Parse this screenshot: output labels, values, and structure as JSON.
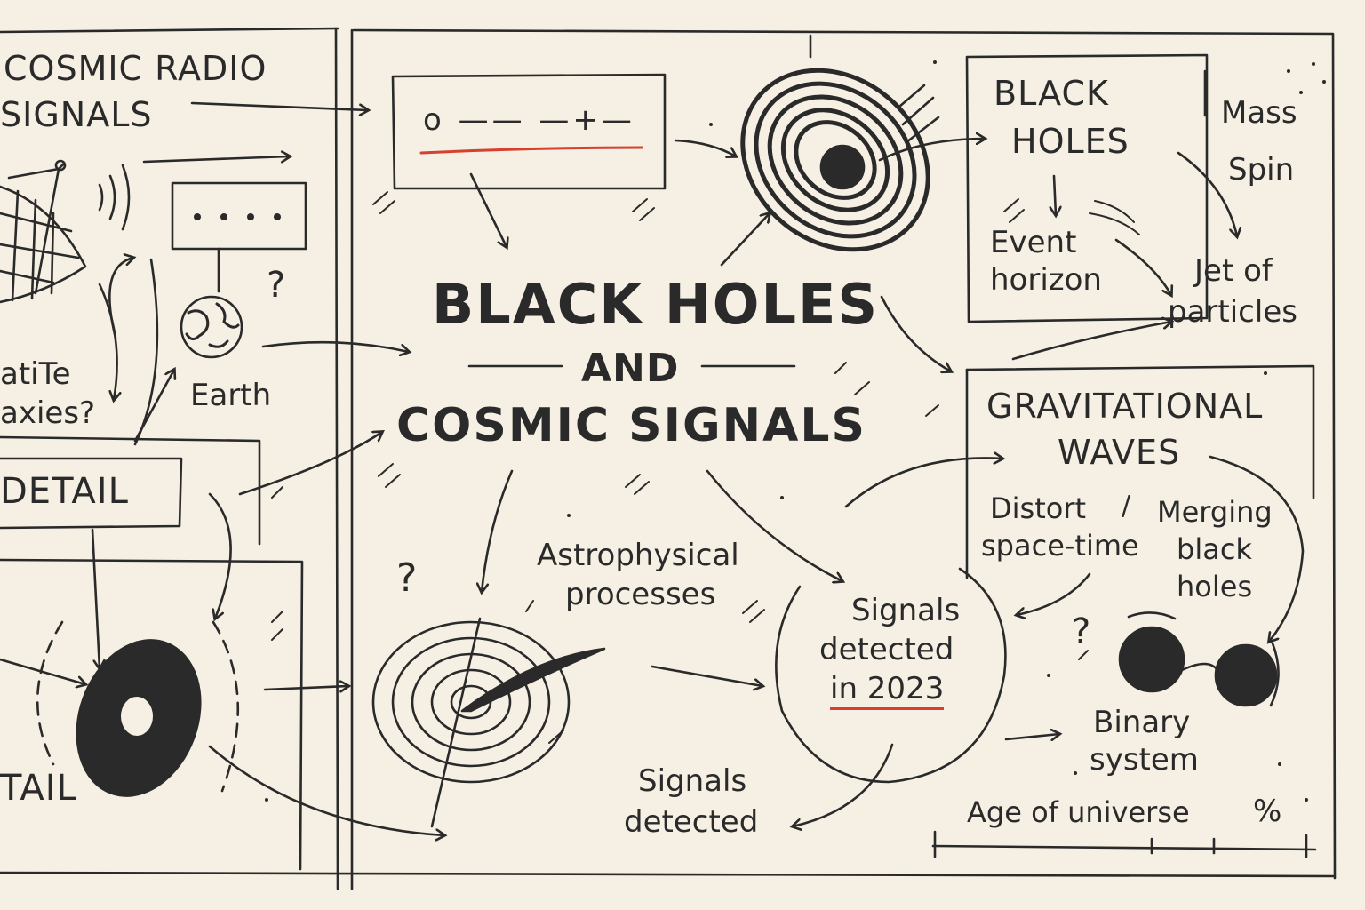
{
  "title": {
    "line1": "BLACK HOLES",
    "conjunction": "AND",
    "line2": "COSMIC SIGNALS"
  },
  "left_panel": {
    "header_line1": "COSMIC RADIO",
    "header_line2": "SIGNALS",
    "partial_line1": "atiTe",
    "partial_line2": "axies?",
    "earth_label": "Earth",
    "detail_tag": "DETAIL",
    "detail_tag_lower": "TAIL",
    "question": "?"
  },
  "right_top_panel": {
    "header_line1": "BLACK",
    "header_line2": "HOLES",
    "mass": "Mass",
    "spin": "Spin",
    "event_line1": "Event",
    "event_line2": "horizon",
    "jet_line1": "Jet of",
    "jet_line2": "particles"
  },
  "right_bottom_panel": {
    "header_line1": "GRAVITATIONAL",
    "header_line2": "WAVES",
    "distort_line1": "Distort",
    "distort_line2": "space-time",
    "merging_line1": "Merging",
    "merging_line2": "black",
    "merging_line3": "holes",
    "binary_line1": "Binary",
    "binary_line2": "system",
    "age": "Age of universe",
    "percent": "%",
    "question": "?"
  },
  "center": {
    "astro_line1": "Astrophysical",
    "astro_line2": "processes",
    "signals_detected_line1": "Signals",
    "signals_detected_line2": "detected",
    "signals2023_line1": "Signals",
    "signals2023_line2": "detected",
    "signals2023_line3": "in 2023",
    "question": "?",
    "signal_box_code": "o —— —+—"
  },
  "colors": {
    "ink": "#2a2a2a",
    "paper": "#f5f0e3",
    "accent": "#d6402e"
  }
}
